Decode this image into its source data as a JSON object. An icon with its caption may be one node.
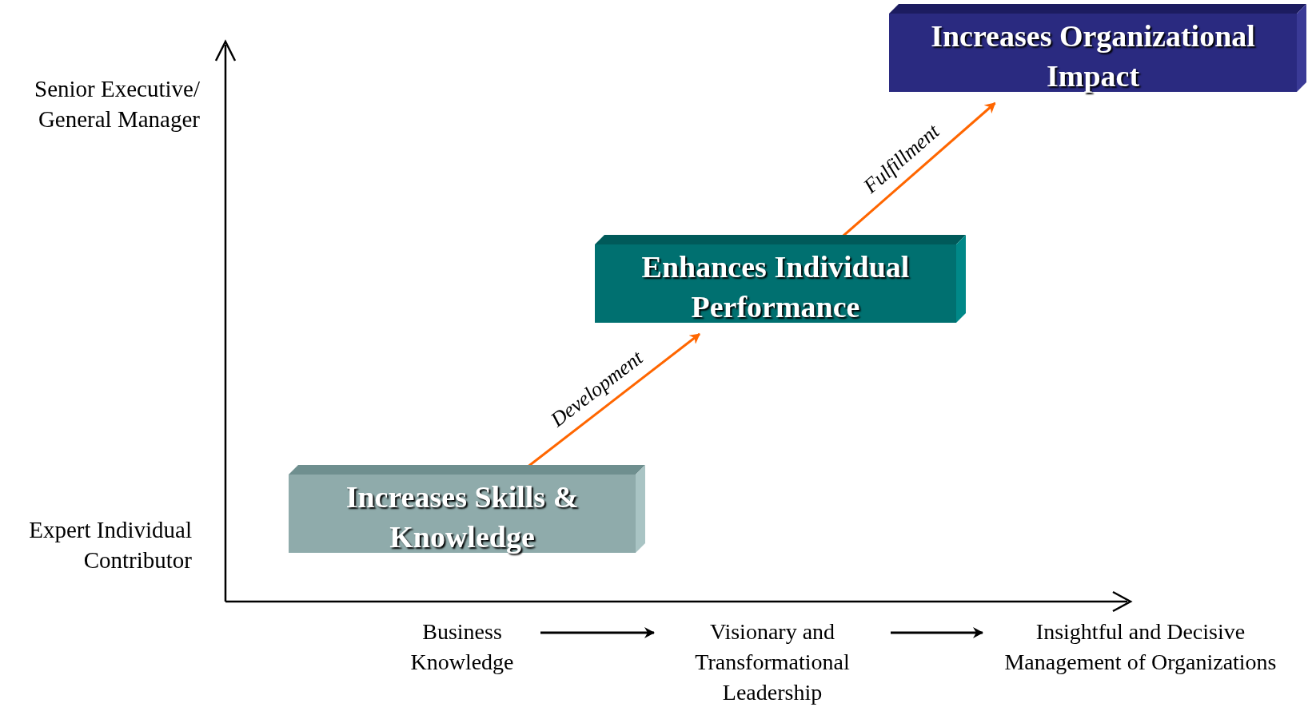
{
  "diagram": {
    "nodes": [
      {
        "text": [
          "Increases Skills & Knowledge"
        ]
      },
      {
        "text": [
          "Enhances Individual Performance"
        ]
      },
      {
        "text": [
          "Increases Organizational Impact"
        ]
      },
      {
        "text": [
          "Business Knowledge"
        ]
      },
      {
        "text": [
          "Visionary and Transformational Leadership"
        ]
      },
      {
        "text": [
          "Insightful and Decisive Management of Organizations"
        ]
      }
    ],
    "edges": [
      {
        "from": 0,
        "to": 1,
        "arrow": "to",
        "label": "Development",
        "color": "#ff6600"
      },
      {
        "from": 1,
        "to": 2,
        "arrow": "to",
        "label": "Fulfillment",
        "color": "#ff6600"
      },
      {
        "from": 3,
        "to": 4,
        "arrow": "to",
        "color": "#000000"
      },
      {
        "from": 4,
        "to": 5,
        "arrow": "to",
        "color": "#000000"
      }
    ],
    "labels": [
      "Senior Executive/ General Manager",
      "Expert Individual Contributor"
    ]
  }
}
